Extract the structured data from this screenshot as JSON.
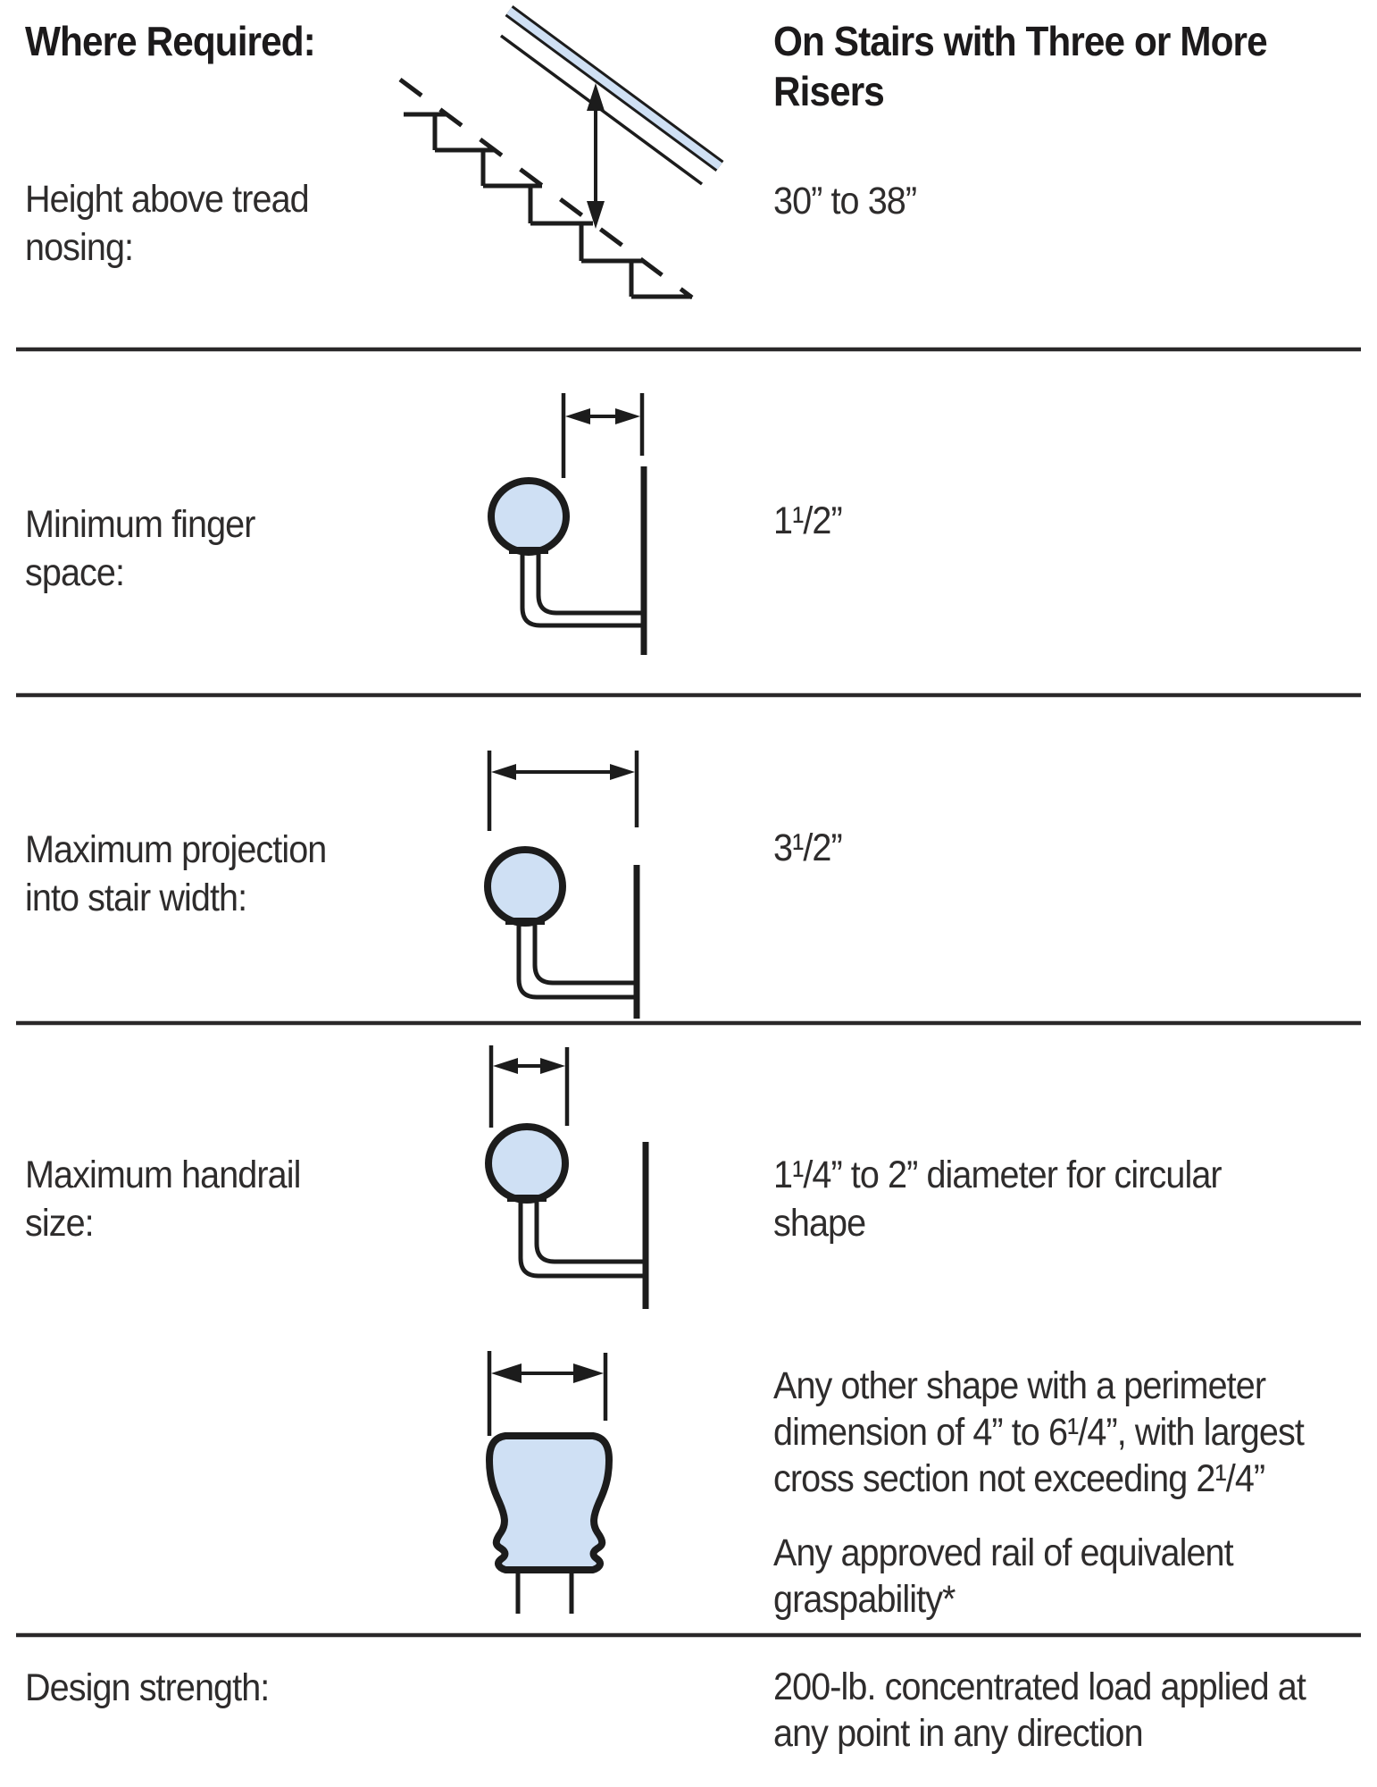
{
  "page": {
    "background": "#ffffff",
    "ink_color": "#231f20",
    "rail_fill_color": "#cfe0f4"
  },
  "header": {
    "left": "Where Required:",
    "right_lines": [
      "On Stairs with Three or More",
      "Risers"
    ]
  },
  "rows": [
    {
      "label_lines": [
        "Height above tread",
        "nosing:"
      ],
      "value_lines": [
        "30” to 38”"
      ],
      "diagram": "stairs-elevation-with-handrail-height-arrow"
    },
    {
      "label_lines": [
        "Minimum finger",
        "space:"
      ],
      "value_lines": [
        "1¹/2”"
      ],
      "diagram": "handrail-section-finger-space-arrow"
    },
    {
      "label_lines": [
        "Maximum projection",
        "into stair width:"
      ],
      "value_lines": [
        "3¹/2”"
      ],
      "diagram": "handrail-section-projection-arrow"
    },
    {
      "label_lines": [
        "Maximum handrail",
        "size:"
      ],
      "value_lines": [
        "1¹/4” to 2” diameter for circular",
        "shape"
      ],
      "diagram": "circular-handrail-section-diameter-arrow"
    },
    {
      "label_lines": [],
      "value_paragraphs": [
        [
          "Any other shape with a perimeter",
          "dimension of 4” to 6¹/4”, with largest",
          "cross section not exceeding 2¹/4”"
        ],
        [
          "Any approved rail of equivalent",
          "graspability*"
        ]
      ],
      "diagram": "molded-handrail-profile-width-arrow"
    },
    {
      "label_lines": [
        "Design strength:"
      ],
      "value_lines": [
        "200-lb. concentrated load applied at",
        "any point in any direction"
      ]
    }
  ]
}
